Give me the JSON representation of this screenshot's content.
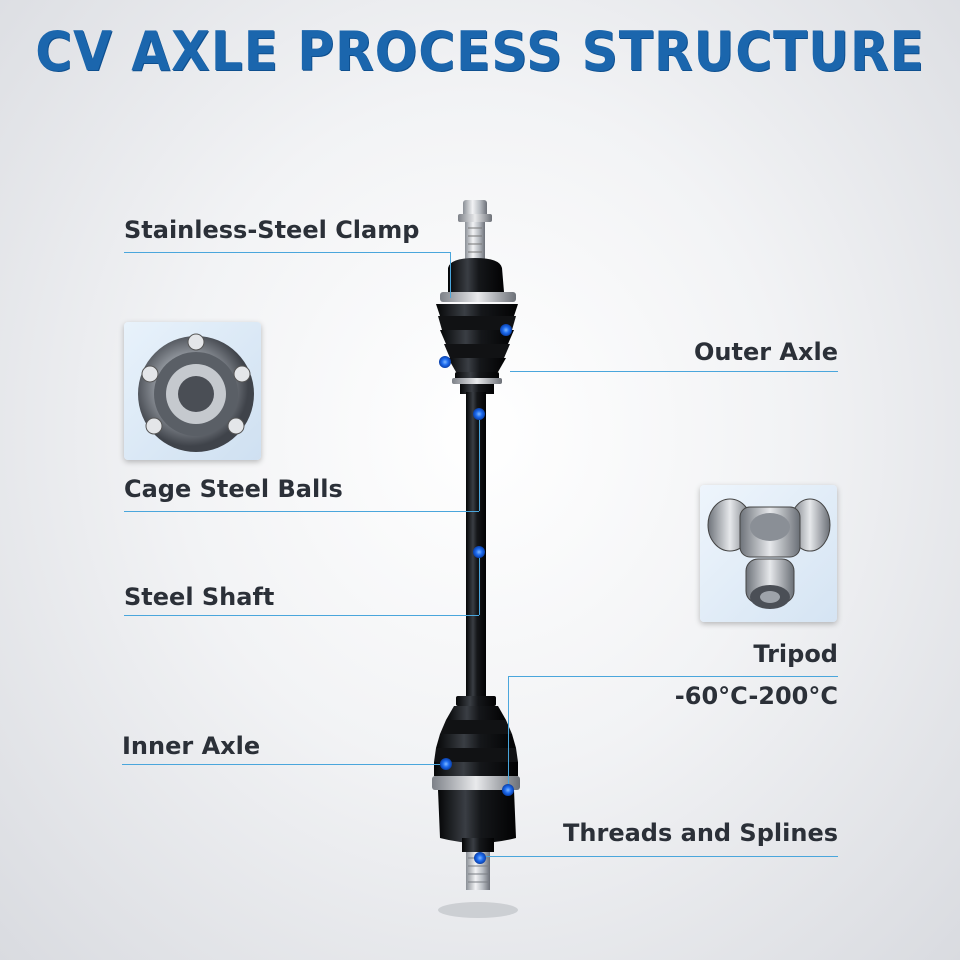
{
  "title": "CV AXLE PROCESS STRUCTURE",
  "labels": {
    "stainless_clamp": "Stainless-Steel Clamp",
    "outer_axle": "Outer Axle",
    "cage_steel_balls": "Cage Steel Balls",
    "steel_shaft": "Steel Shaft",
    "tripod": "Tripod",
    "temperature": "-60°C-200°C",
    "inner_axle": "Inner Axle",
    "threads_splines": "Threads and Splines"
  },
  "colors": {
    "title": "#1b66ad",
    "label_text": "#2b3038",
    "leader_line": "#4aa6dc",
    "marker_dot": "#1e6cf0"
  },
  "icons": {
    "cage_inset": "cv-joint-cage-icon",
    "tripod_inset": "tripod-joint-icon"
  }
}
